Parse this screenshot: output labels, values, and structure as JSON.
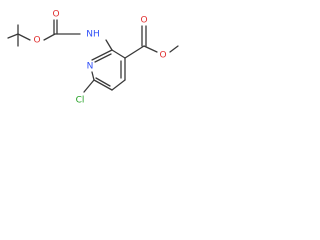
{
  "molecule": {
    "atoms": {
      "o_ether": {
        "label": "O",
        "color": "#e03030"
      },
      "o_carbonyl_boc": {
        "label": "O",
        "color": "#e03030"
      },
      "nh": {
        "label": "NH",
        "color": "#3050f8"
      },
      "o_carbonyl_ester": {
        "label": "O",
        "color": "#e03030"
      },
      "o_methoxy": {
        "label": "O",
        "color": "#e03030"
      },
      "n_ring": {
        "label": "N",
        "color": "#3050f8"
      },
      "cl": {
        "label": "Cl",
        "color": "#1f9f1f"
      }
    },
    "bond_color": "#3a3a3a"
  }
}
